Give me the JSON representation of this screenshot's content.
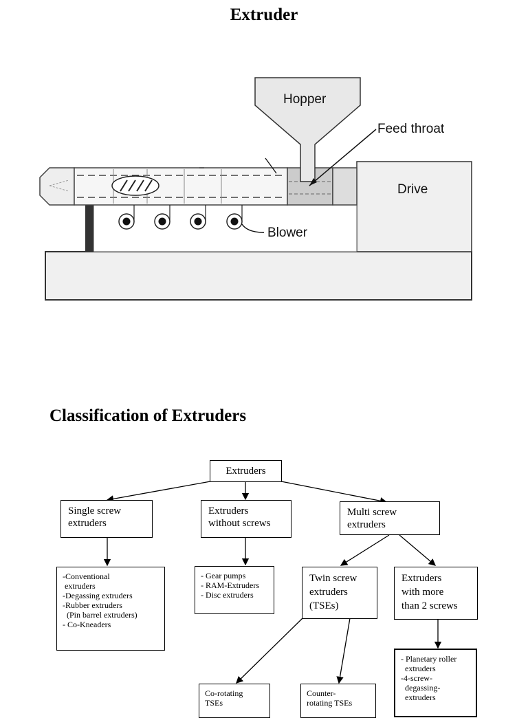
{
  "page": {
    "title": "Extruder",
    "section_title": "Classification of Extruders"
  },
  "extruder_diagram": {
    "hopper": "Hopper",
    "feed_throat": "Feed throat",
    "drive": "Drive",
    "blower": "Blower"
  },
  "classification": {
    "root": "Extruders",
    "single": [
      "Single screw",
      "extruders"
    ],
    "without": [
      "Extruders",
      "without screws"
    ],
    "multi": [
      "Multi screw",
      "extruders"
    ],
    "single_types": [
      "-Conventional",
      " extruders",
      "-Degassing extruders",
      "-Rubber extruders",
      "  (Pin barrel extruders)",
      "- Co-Kneaders"
    ],
    "without_types": [
      "- Gear pumps",
      "- RAM-Extruders",
      "- Disc extruders"
    ],
    "twin": [
      "Twin screw",
      "extruders",
      "(TSEs)"
    ],
    "more": [
      "Extruders",
      "with more",
      "than 2 screws"
    ],
    "more_types": [
      "- Planetary roller",
      "  extruders",
      "-4-screw-",
      "  degassing-",
      "  extruders"
    ],
    "corotating": [
      "Co-rotating",
      "TSEs"
    ],
    "counter": [
      "Counter-",
      "rotating TSEs"
    ]
  }
}
